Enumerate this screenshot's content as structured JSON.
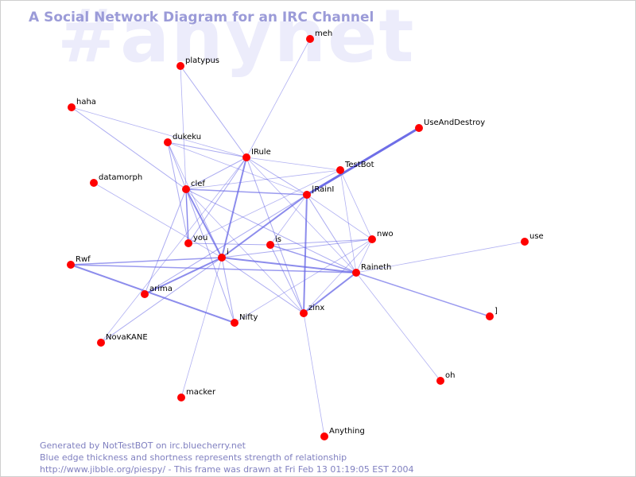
{
  "watermark": "#anynet",
  "title": "A Social Network Diagram for an IRC Channel",
  "colors": {
    "node": "#ff0000",
    "edge": "#6666e6",
    "title": "#9b9bd8",
    "footer": "#8080c0",
    "watermark": "#ececfb"
  },
  "nodes": [
    {
      "id": "meh",
      "label": "meh"
    },
    {
      "id": "platypus",
      "label": "platypus"
    },
    {
      "id": "haha",
      "label": "haha"
    },
    {
      "id": "UseAndDestroy",
      "label": "UseAndDestroy"
    },
    {
      "id": "dukeku",
      "label": "dukeku"
    },
    {
      "id": "IRule",
      "label": "IRule"
    },
    {
      "id": "TestBot",
      "label": "TestBot"
    },
    {
      "id": "datamorph",
      "label": "datamorph"
    },
    {
      "id": "clef",
      "label": "clef"
    },
    {
      "id": "IRainI",
      "label": "|RainI"
    },
    {
      "id": "nwo",
      "label": "nwo"
    },
    {
      "id": "use",
      "label": "use"
    },
    {
      "id": "you",
      "label": "you"
    },
    {
      "id": "is",
      "label": "is"
    },
    {
      "id": "Rwf",
      "label": "Rwf"
    },
    {
      "id": "i",
      "label": "i"
    },
    {
      "id": "Raineth",
      "label": "Raineth"
    },
    {
      "id": "arima",
      "label": "arima"
    },
    {
      "id": "zinx",
      "label": "zinx"
    },
    {
      "id": "bracket",
      "label": "]"
    },
    {
      "id": "Nifty",
      "label": "Nifty"
    },
    {
      "id": "NovaKANE",
      "label": "NovaKANE"
    },
    {
      "id": "oh",
      "label": "oh"
    },
    {
      "id": "macker",
      "label": "macker"
    },
    {
      "id": "Anything",
      "label": "Anything"
    }
  ],
  "edges": [
    {
      "source": "UseAndDestroy",
      "target": "IRainI",
      "weight": 3
    },
    {
      "source": "i",
      "target": "IRainI",
      "weight": 2
    },
    {
      "source": "i",
      "target": "Raineth",
      "weight": 2
    },
    {
      "source": "i",
      "target": "clef",
      "weight": 2
    },
    {
      "source": "i",
      "target": "IRule",
      "weight": 2
    },
    {
      "source": "i",
      "target": "arima",
      "weight": 2
    },
    {
      "source": "i",
      "target": "Rwf",
      "weight": 1.5
    },
    {
      "source": "Rwf",
      "target": "Nifty",
      "weight": 2
    },
    {
      "source": "Rwf",
      "target": "Raineth",
      "weight": 1.5
    },
    {
      "source": "IRainI",
      "target": "zinx",
      "weight": 2
    },
    {
      "source": "Raineth",
      "target": "bracket",
      "weight": 1.5
    },
    {
      "source": "Raineth",
      "target": "IRainI",
      "weight": 1
    },
    {
      "source": "Raineth",
      "target": "is",
      "weight": 1.5
    },
    {
      "source": "Raineth",
      "target": "zinx",
      "weight": 2
    },
    {
      "source": "Raineth",
      "target": "use",
      "weight": 0.8
    },
    {
      "source": "Raineth",
      "target": "oh",
      "weight": 0.8
    },
    {
      "source": "Raineth",
      "target": "nwo",
      "weight": 0.8
    },
    {
      "source": "Raineth",
      "target": "TestBot",
      "weight": 0.8
    },
    {
      "source": "clef",
      "target": "IRainI",
      "weight": 1.5
    },
    {
      "source": "clef",
      "target": "you",
      "weight": 1.5
    },
    {
      "source": "clef",
      "target": "arima",
      "weight": 1
    },
    {
      "source": "clef",
      "target": "Raineth",
      "weight": 1
    },
    {
      "source": "clef",
      "target": "IRule",
      "weight": 1
    },
    {
      "source": "clef",
      "target": "TestBot",
      "weight": 0.8
    },
    {
      "source": "clef",
      "target": "Nifty",
      "weight": 1
    },
    {
      "source": "clef",
      "target": "zinx",
      "weight": 0.8
    },
    {
      "source": "IRule",
      "target": "meh",
      "weight": 0.8
    },
    {
      "source": "IRule",
      "target": "platypus",
      "weight": 1
    },
    {
      "source": "IRule",
      "target": "dukeku",
      "weight": 1
    },
    {
      "source": "IRule",
      "target": "you",
      "weight": 1
    },
    {
      "source": "IRule",
      "target": "IRainI",
      "weight": 1
    },
    {
      "source": "IRule",
      "target": "zinx",
      "weight": 1
    },
    {
      "source": "IRule",
      "target": "NovaKANE",
      "weight": 0.8
    },
    {
      "source": "IRule",
      "target": "Raineth",
      "weight": 0.8
    },
    {
      "source": "IRule",
      "target": "TestBot",
      "weight": 0.8
    },
    {
      "source": "haha",
      "target": "clef",
      "weight": 1
    },
    {
      "source": "haha",
      "target": "IRule",
      "weight": 0.8
    },
    {
      "source": "dukeku",
      "target": "clef",
      "weight": 1
    },
    {
      "source": "dukeku",
      "target": "you",
      "weight": 1
    },
    {
      "source": "dukeku",
      "target": "i",
      "weight": 0.8
    },
    {
      "source": "dukeku",
      "target": "IRainI",
      "weight": 0.8
    },
    {
      "source": "platypus",
      "target": "you",
      "weight": 0.8
    },
    {
      "source": "datamorph",
      "target": "i",
      "weight": 0.8
    },
    {
      "source": "you",
      "target": "TestBot",
      "weight": 0.8
    },
    {
      "source": "you",
      "target": "is",
      "weight": 1
    },
    {
      "source": "is",
      "target": "nwo",
      "weight": 1
    },
    {
      "source": "is",
      "target": "zinx",
      "weight": 1
    },
    {
      "source": "is",
      "target": "IRainI",
      "weight": 0.8
    },
    {
      "source": "i",
      "target": "nwo",
      "weight": 1
    },
    {
      "source": "i",
      "target": "zinx",
      "weight": 1
    },
    {
      "source": "i",
      "target": "Nifty",
      "weight": 1
    },
    {
      "source": "i",
      "target": "macker",
      "weight": 0.8
    },
    {
      "source": "i",
      "target": "NovaKANE",
      "weight": 1
    },
    {
      "source": "arima",
      "target": "IRainI",
      "weight": 1
    },
    {
      "source": "Nifty",
      "target": "nwo",
      "weight": 0.8
    },
    {
      "source": "zinx",
      "target": "nwo",
      "weight": 0.8
    },
    {
      "source": "zinx",
      "target": "Anything",
      "weight": 0.8
    },
    {
      "source": "TestBot",
      "target": "nwo",
      "weight": 0.8
    },
    {
      "source": "IRainI",
      "target": "nwo",
      "weight": 0.8
    }
  ],
  "footer": {
    "line1": "Generated by NotTestBOT on irc.bluecherry.net",
    "line2": "Blue edge thickness and shortness represents strength of relationship",
    "line3": "http://www.jibble.org/piespy/ - This frame was drawn at Fri Feb 13 01:19:05 EST 2004"
  }
}
